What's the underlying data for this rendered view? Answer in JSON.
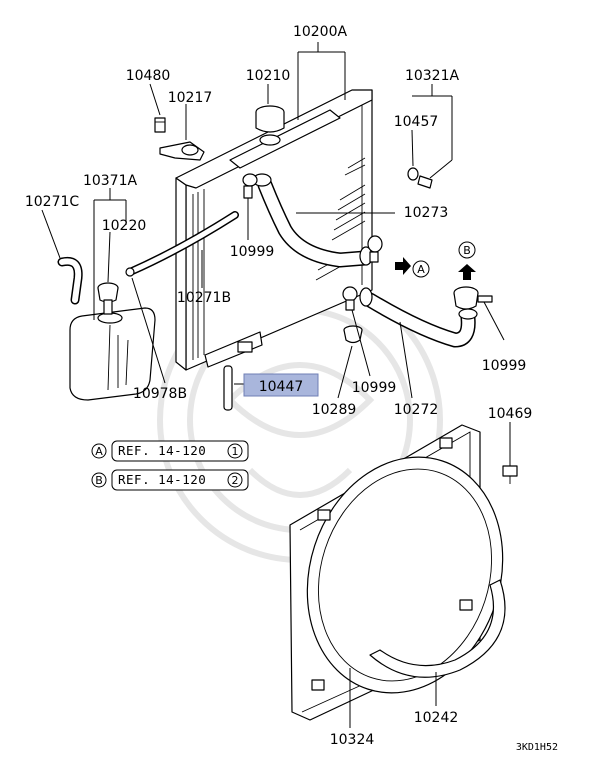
{
  "parts": {
    "p10200A": "10200A",
    "p10210": "10210",
    "p10321A": "10321A",
    "p10480": "10480",
    "p10217": "10217",
    "p10457": "10457",
    "p10371A": "10371A",
    "p10271C": "10271C",
    "p10220": "10220",
    "p10273": "10273",
    "p10999_top": "10999",
    "p10271B": "10271B",
    "p10999_right": "10999",
    "p10978B": "10978B",
    "p10447": "10447",
    "p10999_mid": "10999",
    "p10289": "10289",
    "p10272": "10272",
    "p10469": "10469",
    "p10324": "10324",
    "p10242": "10242"
  },
  "markers": {
    "a": "A",
    "b": "B"
  },
  "references": {
    "a": "REF. 14-120",
    "a_num": "1",
    "b": "REF. 14-120",
    "b_num": "2"
  },
  "highlight_color": "#a9b6dc",
  "diagram_code": "3KD1H52"
}
